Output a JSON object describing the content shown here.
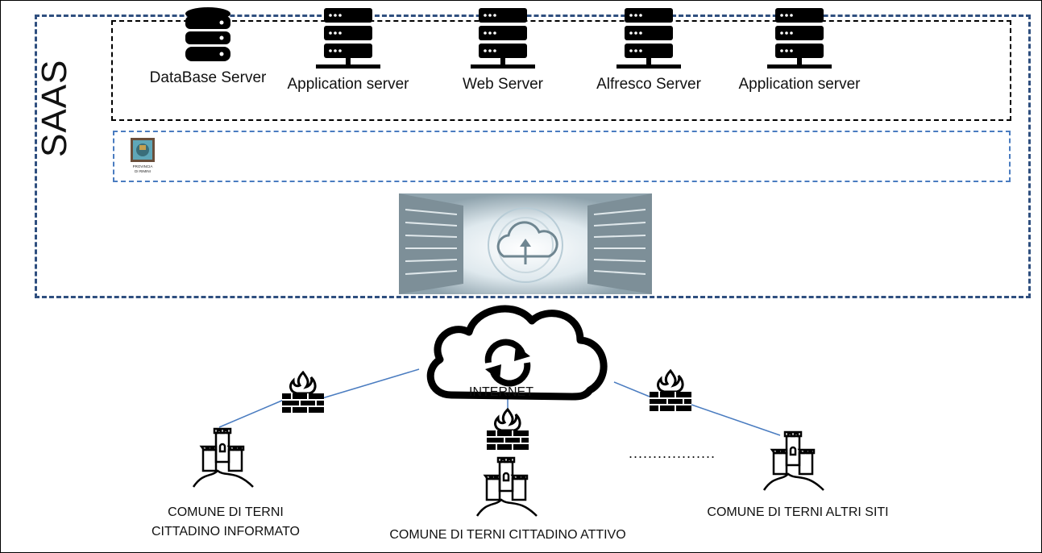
{
  "saas_label": "SAAS",
  "servers": [
    {
      "label": "DataBase Server",
      "icon": "database-icon"
    },
    {
      "label": "Application server",
      "icon": "server-rack-icon"
    },
    {
      "label": "Web Server",
      "icon": "server-rack-icon"
    },
    {
      "label": "Alfresco Server",
      "icon": "server-rack-icon"
    },
    {
      "label": "Application server",
      "icon": "server-rack-icon"
    }
  ],
  "logo": {
    "text": "PROVINCIA DI RIMINI"
  },
  "datacenter_image": "datacenter-cloud-image",
  "internet": {
    "label": "INTERNET",
    "icon": "cloud-sync-icon"
  },
  "sites": [
    {
      "line1": "COMUNE DI TERNI",
      "line2": "CITTADINO INFORMATO"
    },
    {
      "line1": "COMUNE DI TERNI CITTADINO ATTIVO"
    },
    {
      "line1": "COMUNE DI TERNI ALTRI SITI"
    }
  ],
  "ellipsis": "..................",
  "colors": {
    "saas_border": "#2f4f7f",
    "logo_border": "#4a7cc0",
    "link_line": "#4a7cc0"
  }
}
